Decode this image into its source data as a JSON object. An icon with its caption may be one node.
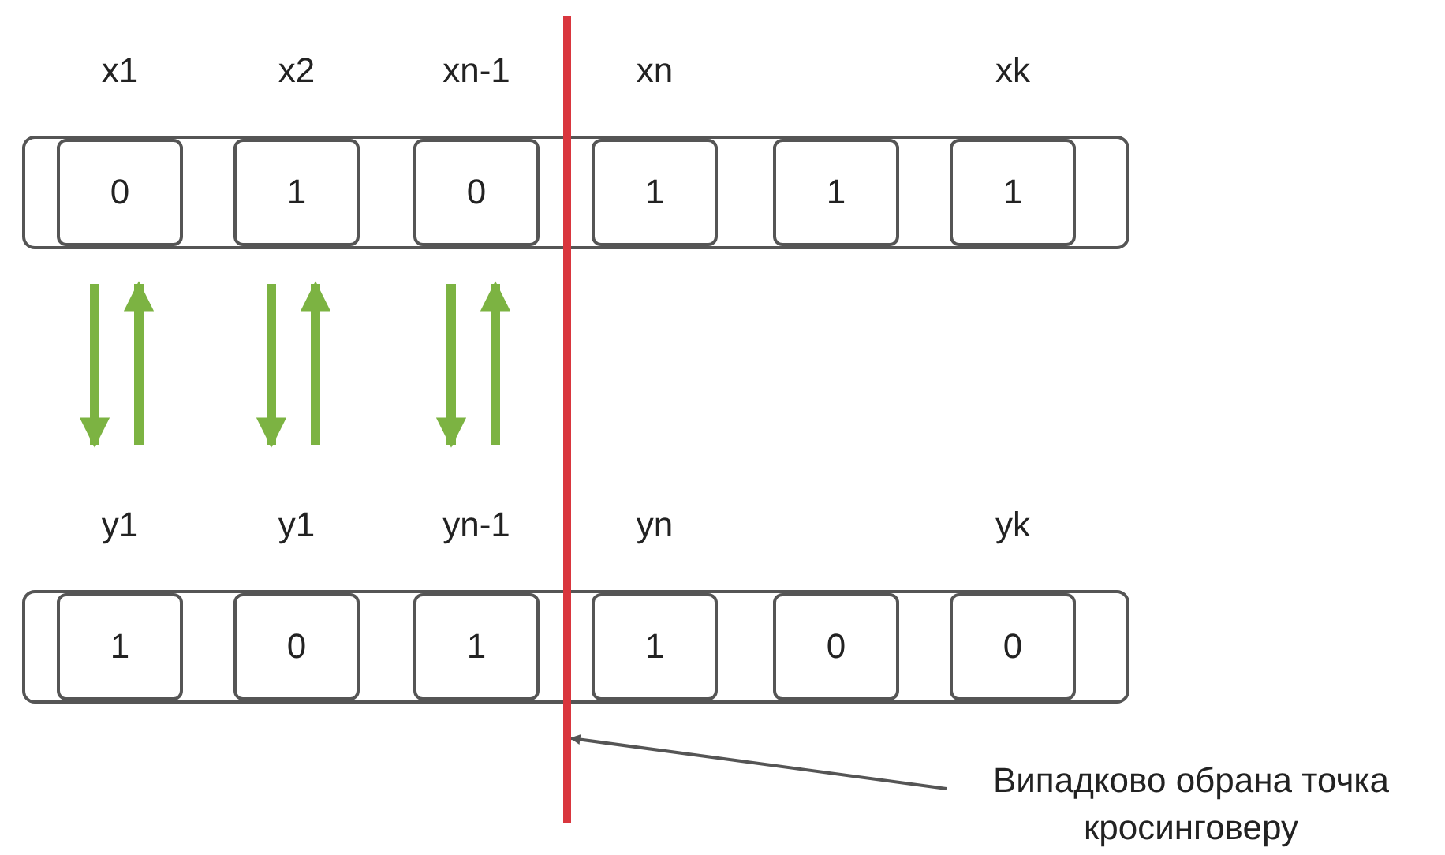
{
  "diagram": {
    "nodes": [
      {
        "text": [],
        "shape": "bar"
      },
      {
        "text": [
          "x1",
          "0"
        ],
        "in": 0
      },
      {
        "text": [
          "x2",
          "1"
        ],
        "in": 0
      },
      {
        "text": [
          "xn-1",
          "0"
        ],
        "in": 0
      },
      {
        "text": [
          "xn",
          "1"
        ],
        "in": 0
      },
      {
        "text": [
          "1"
        ],
        "in": 0
      },
      {
        "text": [
          "xk",
          "1"
        ],
        "in": 0
      },
      {
        "text": [],
        "shape": "bar"
      },
      {
        "text": [
          "y1",
          "1"
        ],
        "in": 7
      },
      {
        "text": [
          "y1",
          "0"
        ],
        "in": 7
      },
      {
        "text": [
          "yn-1",
          "1"
        ],
        "in": 7
      },
      {
        "text": [
          "yn",
          "1"
        ],
        "in": 7
      },
      {
        "text": [
          "0"
        ],
        "in": 7
      },
      {
        "text": [
          "yk",
          "0"
        ],
        "in": 7
      },
      {
        "text": [],
        "shape": "line"
      },
      {
        "text": [
          "Випадково обрана точка кросинговеру"
        ]
      }
    ],
    "edges": [
      {
        "from": 1,
        "to": 8,
        "arrow": "to"
      },
      {
        "from": 8,
        "to": 1,
        "arrow": "to"
      },
      {
        "from": 2,
        "to": 9,
        "arrow": "to"
      },
      {
        "from": 9,
        "to": 2,
        "arrow": "to"
      },
      {
        "from": 3,
        "to": 10,
        "arrow": "to"
      },
      {
        "from": 10,
        "to": 3,
        "arrow": "to"
      },
      {
        "from": 15,
        "to": 14,
        "arrow": "to",
        "color": "#555555"
      }
    ]
  }
}
